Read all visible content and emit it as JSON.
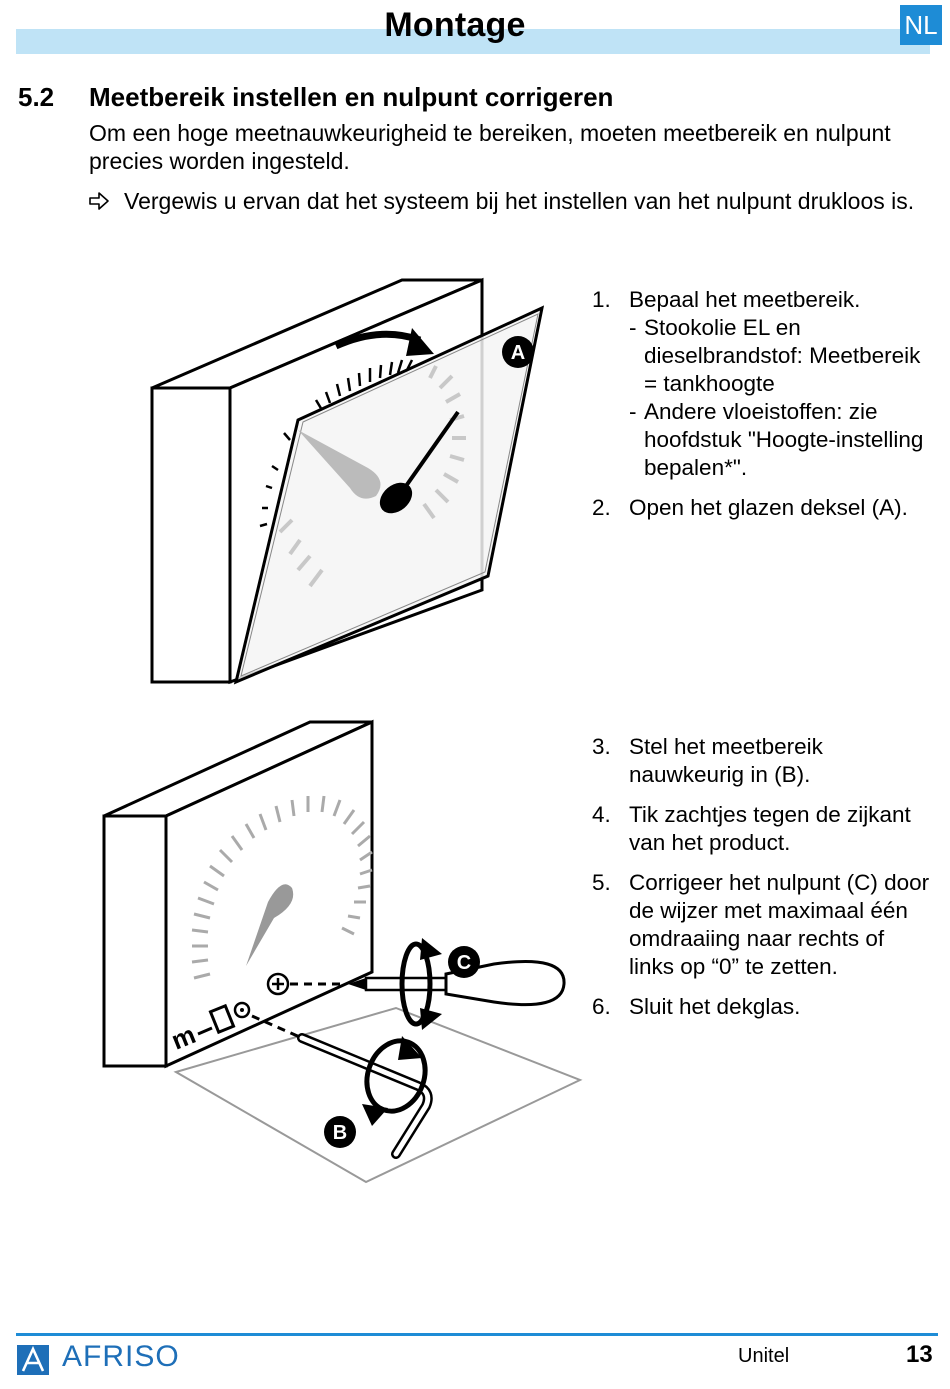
{
  "header": {
    "title": "Montage",
    "language": "NL"
  },
  "section": {
    "number": "5.2",
    "title": "Meetbereik instellen en nulpunt corrigeren",
    "intro": "Om een hoge meetnauwkeurigheid te bereiken, moeten meetbereik en nulpunt precies worden ingesteld.",
    "note": "Vergewis u ervan dat het systeem bij het instellen van het nulpunt drukloos is."
  },
  "steps_a": [
    {
      "num": "1.",
      "text": "Bepaal het meetbereik.",
      "subs": [
        "Stookolie EL en dieselbrandstof: Meetbereik = tankhoogte",
        "Andere vloeistoffen: zie hoofdstuk \"Hoogte-instelling bepalen*\"."
      ]
    },
    {
      "num": "2.",
      "text": "Open het glazen deksel (A)."
    }
  ],
  "steps_b": [
    {
      "num": "3.",
      "text": "Stel het meetbereik nauwkeurig in (B)."
    },
    {
      "num": "4.",
      "text": "Tik zachtjes tegen de zijkant van het product."
    },
    {
      "num": "5.",
      "text": "Corrigeer het nulpunt (C) door de wijzer met maximaal één omdraaiing naar rechts of links op “0” te zetten."
    },
    {
      "num": "6.",
      "text": "Sluit het dekglas."
    }
  ],
  "figure_labels": {
    "a": "A",
    "b": "B",
    "c": "C",
    "m": "m"
  },
  "footer": {
    "brand": "AFRISO",
    "product": "Unitel",
    "page": "13"
  },
  "colors": {
    "accent": "#1e8cd6",
    "header_band": "#bfe3f6"
  },
  "icons": {
    "note": "hollow-right-arrow-icon",
    "logo": "afriso-logo-icon"
  }
}
